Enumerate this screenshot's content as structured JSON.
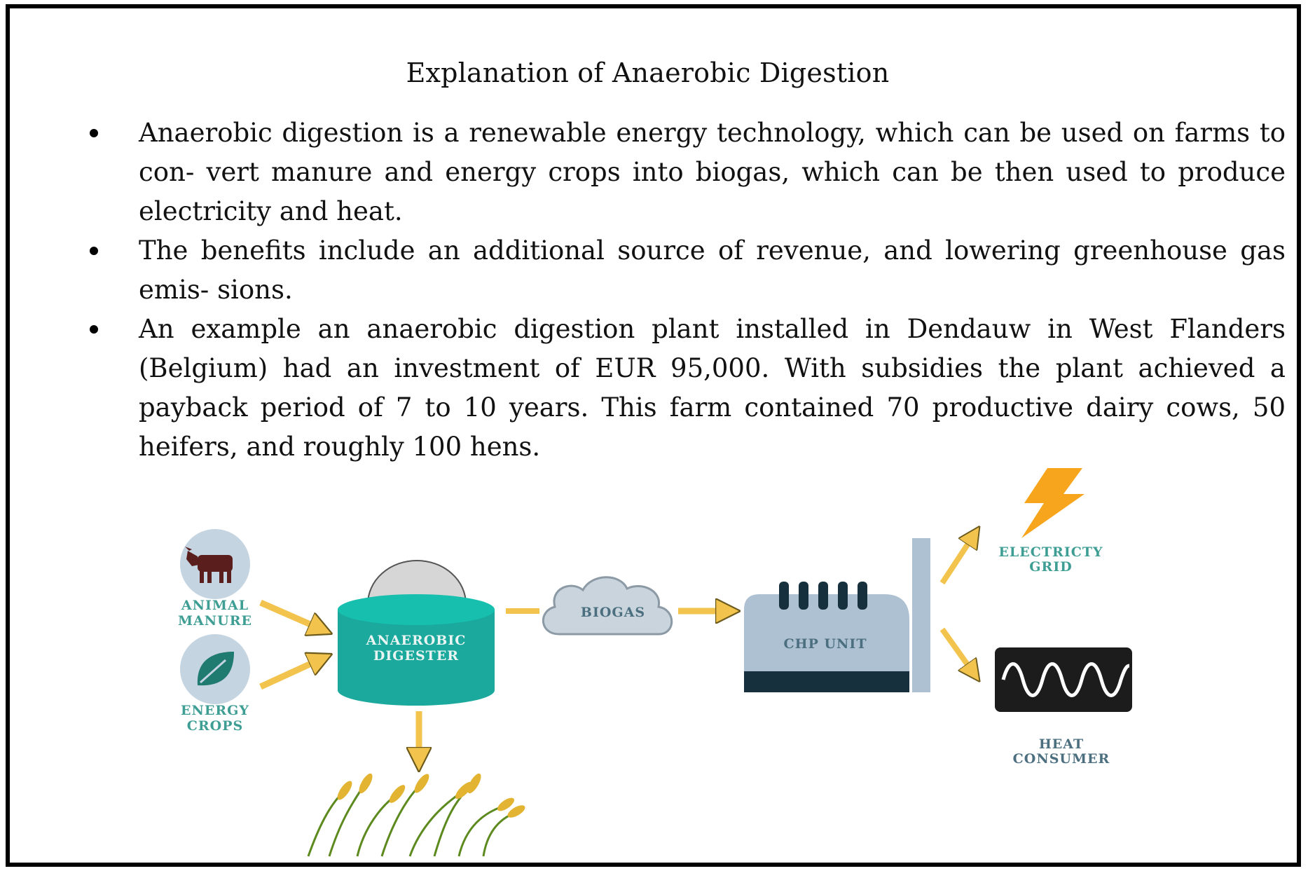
{
  "title": "Explanation of Anaerobic Digestion",
  "bullets": [
    "Anaerobic digestion is a renewable energy technology, which can be used on farms to con- vert manure and energy crops into biogas, which can be then used to produce electricity and heat.",
    "The benefits include an additional source of revenue, and lowering greenhouse gas emis- sions.",
    "An example an anaerobic digestion plant installed in Dendauw in West Flanders (Belgium) had an investment of EUR 95,000. With subsidies the plant achieved a payback period of 7 to 10 years. This farm contained 70 productive dairy cows, 50 heifers, and roughly 100 hens."
  ],
  "diagram": {
    "animal_manure": [
      "ANIMAL",
      "MANURE"
    ],
    "energy_crops": [
      "ENERGY",
      "CROPS"
    ],
    "digester": [
      "ANAEROBIC",
      "DIGESTER"
    ],
    "biogas": "BIOGAS",
    "chp_unit": "CHP UNIT",
    "electricity_grid": [
      "ELECTRICTY",
      "GRID"
    ],
    "heat_consumer": [
      "HEAT",
      "CONSUMER"
    ],
    "icons": [
      "cow-icon",
      "leaf-icon",
      "lightning-icon",
      "heat-wave-icon",
      "crops-icon"
    ],
    "colors": {
      "teal": "#1aa99c",
      "arrow": "#f3c44d",
      "icon_circle": "#c5d4e1",
      "chp_body": "#aec1d2",
      "chp_dark": "#17303d",
      "lightning": "#f7a51d"
    }
  }
}
